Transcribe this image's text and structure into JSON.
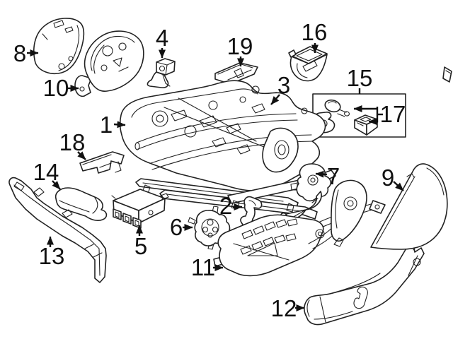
{
  "colors": {
    "background": "#ffffff",
    "line": "#222222",
    "label": "#111111"
  },
  "callouts": [
    {
      "number": "1"
    },
    {
      "number": "2"
    },
    {
      "number": "3"
    },
    {
      "number": "4"
    },
    {
      "number": "5"
    },
    {
      "number": "6"
    },
    {
      "number": "7"
    },
    {
      "number": "8"
    },
    {
      "number": "9"
    },
    {
      "number": "10"
    },
    {
      "number": "11"
    },
    {
      "number": "12"
    },
    {
      "number": "13"
    },
    {
      "number": "14"
    },
    {
      "number": "15"
    },
    {
      "number": "16"
    },
    {
      "number": "17"
    },
    {
      "number": "18"
    },
    {
      "number": "19"
    }
  ]
}
